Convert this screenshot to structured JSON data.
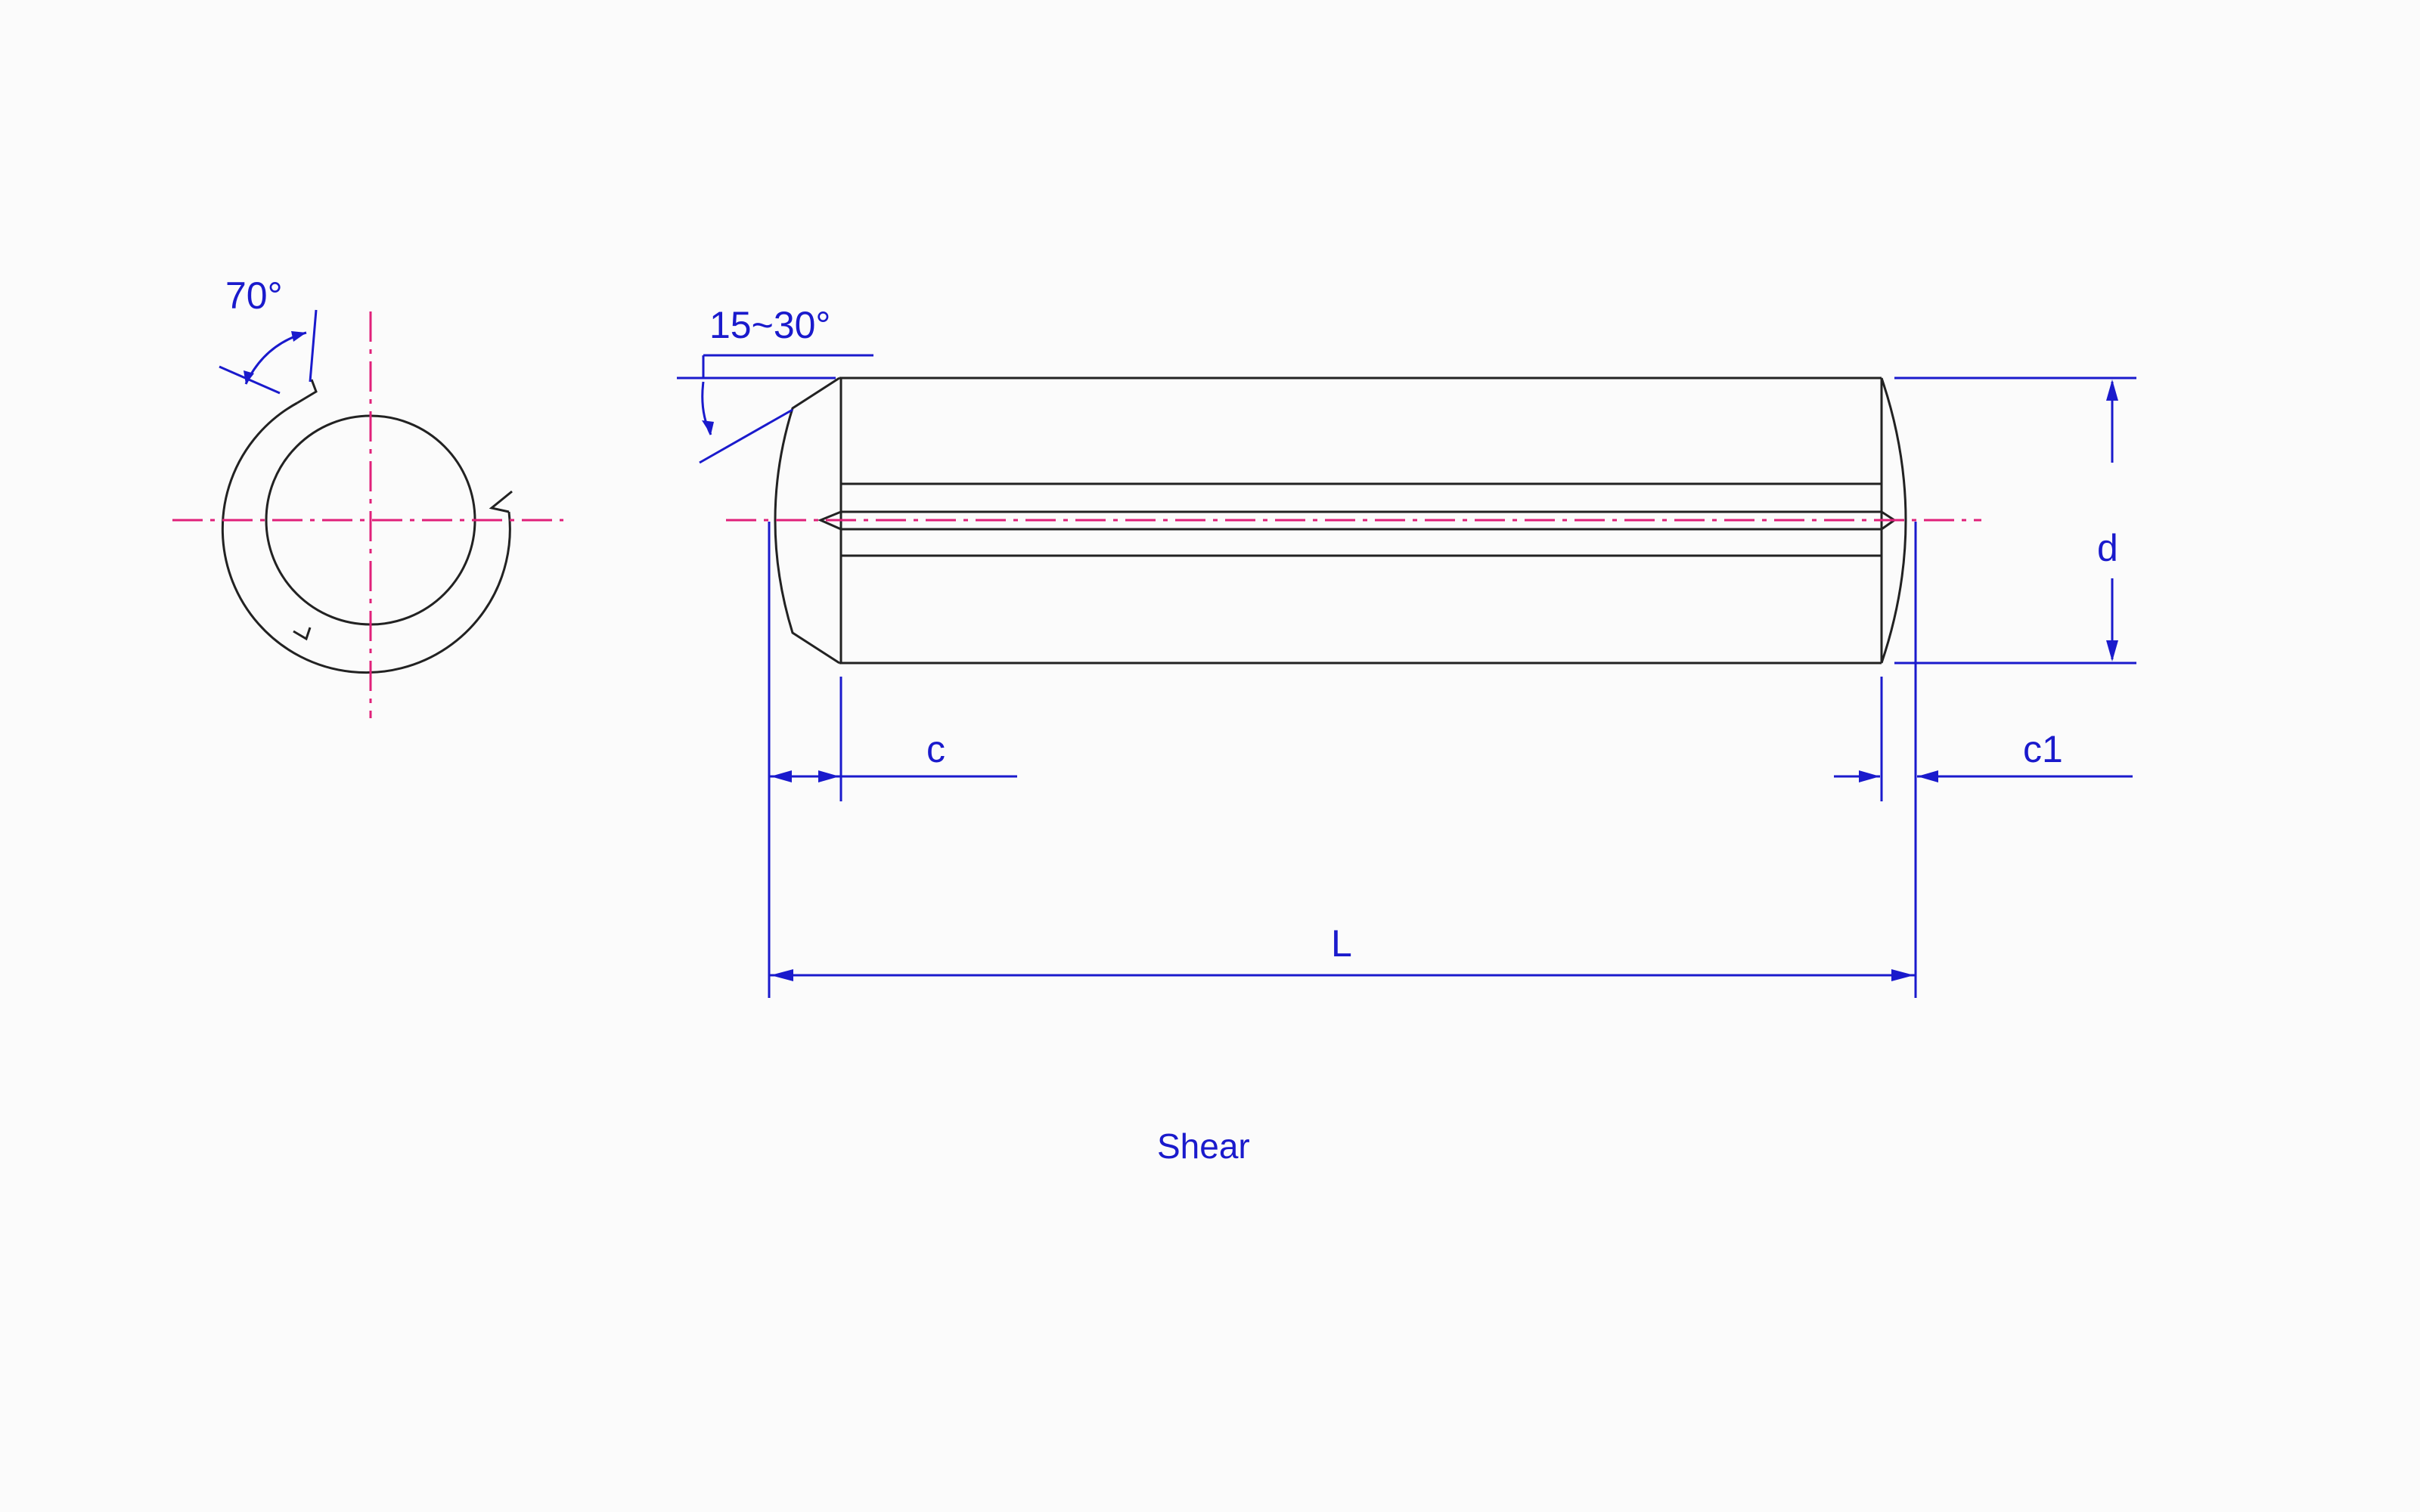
{
  "labels": {
    "slot_angle": "70°",
    "chamfer_angle": "15~30°",
    "diameter": "d",
    "chamfer_left": "c",
    "chamfer_right": "c1",
    "length": "L",
    "caption": "Shear"
  },
  "colors": {
    "outline": "#222222",
    "centerline": "#e0207a",
    "dimension": "#1a1acc"
  }
}
